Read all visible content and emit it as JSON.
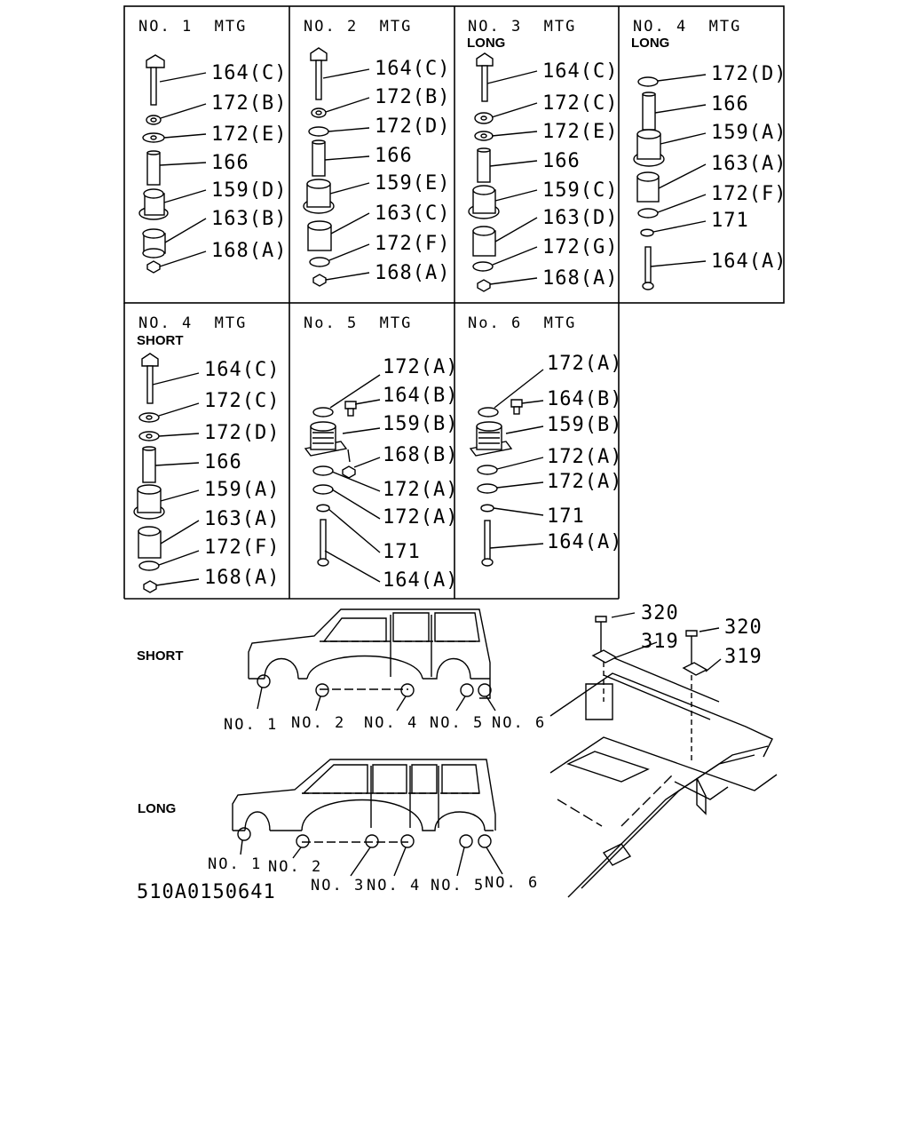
{
  "cells": [
    {
      "title": "NO. 1  MTG",
      "sub": "",
      "labels": [
        "164(C)",
        "172(B)",
        "172(E)",
        "166",
        "159(D)",
        "163(B)",
        "168(A)"
      ]
    },
    {
      "title": "NO. 2  MTG",
      "sub": "",
      "labels": [
        "164(C)",
        "172(B)",
        "172(D)",
        "166",
        "159(E)",
        "163(C)",
        "172(F)",
        "168(A)"
      ]
    },
    {
      "title": "NO. 3  MTG",
      "sub": "LONG",
      "labels": [
        "164(C)",
        "172(C)",
        "172(E)",
        "166",
        "159(C)",
        "163(D)",
        "172(G)",
        "168(A)"
      ]
    },
    {
      "title": "NO. 4  MTG",
      "sub": "LONG",
      "labels": [
        "172(D)",
        "166",
        "159(A)",
        "163(A)",
        "172(F)",
        "171",
        "164(A)"
      ]
    },
    {
      "title": "NO. 4  MTG",
      "sub": "SHORT",
      "labels": [
        "164(C)",
        "172(C)",
        "172(D)",
        "166",
        "159(A)",
        "163(A)",
        "172(F)",
        "168(A)"
      ]
    },
    {
      "title": "No. 5  MTG",
      "sub": "",
      "labels": [
        "172(A)",
        "164(B)",
        "159(B)",
        "168(B)",
        "172(A)",
        "172(A)",
        "171",
        "164(A)"
      ]
    },
    {
      "title": "No. 6  MTG",
      "sub": "",
      "labels": [
        "172(A)",
        "164(B)",
        "159(B)",
        "172(A)",
        "172(A)",
        "171",
        "164(A)"
      ]
    }
  ],
  "vehicles": {
    "short": {
      "label": "SHORT",
      "mounts": [
        "NO. 1",
        "NO. 2",
        "NO. 4",
        "NO. 5",
        "NO. 6"
      ]
    },
    "long": {
      "label": "LONG",
      "mounts": [
        "NO. 1",
        "NO. 2",
        "NO. 3",
        "NO. 4",
        "NO. 5",
        "NO. 6"
      ]
    }
  },
  "frame_parts": [
    "320",
    "320",
    "319",
    "319"
  ],
  "diagram_code": "510A0150641"
}
